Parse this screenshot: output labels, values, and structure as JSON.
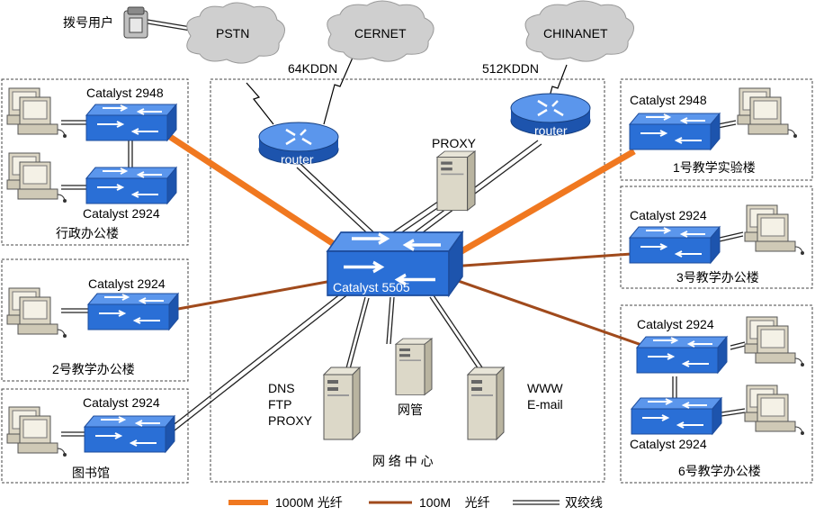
{
  "dialup_user": "拨号用户",
  "clouds": {
    "pstn": "PSTN",
    "cernet": "CERNET",
    "chinanet": "CHINANET"
  },
  "links": {
    "left_ddn": "64KDDN",
    "right_ddn": "512KDDN"
  },
  "routers": {
    "left": "router",
    "right": "router"
  },
  "core_switch": "Catalyst 5505",
  "proxy_server": "PROXY",
  "center": {
    "title": "网 络 中 心",
    "dns_server": [
      "DNS",
      "FTP",
      "PROXY"
    ],
    "mgmt_server": "网管",
    "web_server": [
      "WWW",
      "E-mail"
    ]
  },
  "buildings": {
    "admin": {
      "name": "行政办公楼",
      "switch_top": "Catalyst 2948",
      "switch_bottom": "Catalyst 2924"
    },
    "teach2": {
      "name": "2号教学办公楼",
      "switch": "Catalyst 2924"
    },
    "library": {
      "name": "图书馆",
      "switch": "Catalyst 2924"
    },
    "lab1": {
      "name": "1号教学实验楼",
      "switch": "Catalyst 2948"
    },
    "teach3": {
      "name": "3号教学办公楼",
      "switch": "Catalyst 2924"
    },
    "teach6": {
      "name": "6号教学办公楼",
      "switch_top": "Catalyst 2924",
      "switch_bottom": "Catalyst 2924"
    }
  },
  "legend": {
    "fiber_1000": "1000M  光纤",
    "fiber_100": "100M    光纤",
    "twisted": "双绞线"
  },
  "colors": {
    "fiber_1000": "#f07820",
    "fiber_100": "#a04a1c",
    "switch_blue": "#2a6fd6",
    "cloud": "#cfcfcf"
  }
}
